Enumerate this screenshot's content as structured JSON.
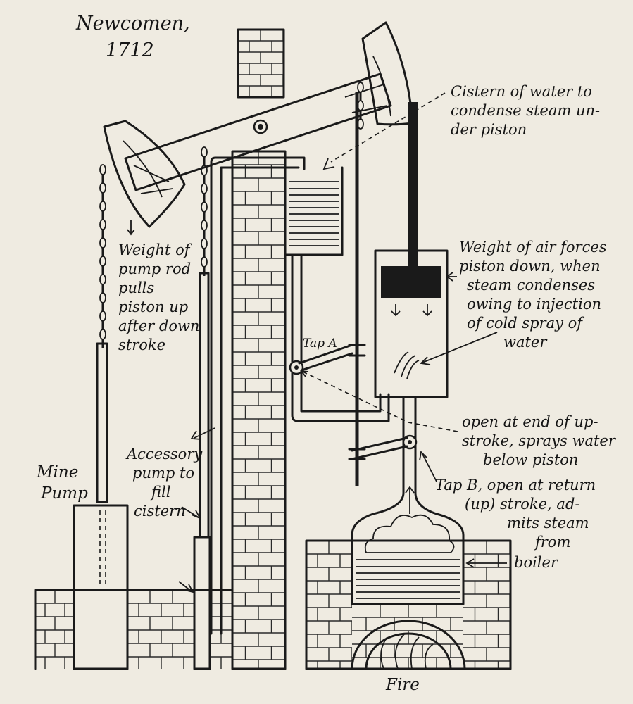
{
  "title": "Newcomen,",
  "year": "1712",
  "labels": {
    "cistern": [
      "Cistern of water to",
      "condense steam un-",
      "der piston"
    ],
    "weight_pump_rod": [
      "Weight of",
      "pump rod",
      "pulls",
      "piston up",
      "after down",
      "stroke"
    ],
    "weight_air": [
      "Weight of air forces",
      "piston down, when",
      "steam condenses",
      "owing to injection",
      "of cold spray of",
      "water"
    ],
    "tap_a": "Tap A",
    "open_end": [
      "open at end of up-",
      "stroke, sprays water",
      "below piston"
    ],
    "tap_b": [
      "Tap B, open at return",
      "(up) stroke, ad-",
      "mits steam",
      "from",
      "boiler"
    ],
    "accessory": [
      "Accessory",
      "pump to",
      "fill",
      "cistern"
    ],
    "mine_pump": [
      "Mine",
      "Pump"
    ],
    "fire": "Fire"
  },
  "colors": {
    "ink": "#1a1a1a",
    "paper": "#efebe1"
  }
}
